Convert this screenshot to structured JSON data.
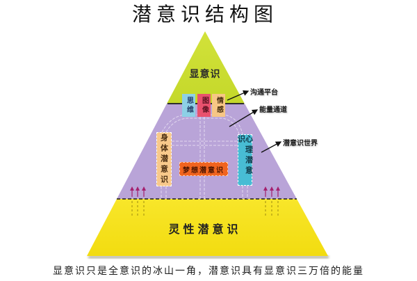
{
  "title": "潜意识结构图",
  "pyramid": {
    "top_label": "显意识",
    "top_boxes": [
      {
        "label": "思维",
        "color": "#8dd0e6"
      },
      {
        "label": "图像",
        "color": "#e9516e"
      },
      {
        "label": "情感",
        "color": "#f7c685"
      }
    ],
    "left_box": {
      "label": "身体潜意识",
      "color": "#f8c98b"
    },
    "center_box": {
      "label": "梦想潜意识",
      "color": "#f0641f"
    },
    "right_box": {
      "label": "心理潜意识",
      "color": "#48bcd4"
    },
    "bottom_label": "灵性潜意识",
    "layers": [
      {
        "name": "显意识",
        "color": "#c9dc2e"
      },
      {
        "name": "潜意识世界",
        "color": "#b9a4d8"
      },
      {
        "name": "灵性潜意识",
        "color": "#f6e21e"
      }
    ]
  },
  "callouts": [
    {
      "label": "沟通平台"
    },
    {
      "label": "能量通道"
    },
    {
      "label": "潜意识世界"
    }
  ],
  "caption": "显意识只是全意识的冰山一角，潜意识具有显意识三万倍的能量"
}
